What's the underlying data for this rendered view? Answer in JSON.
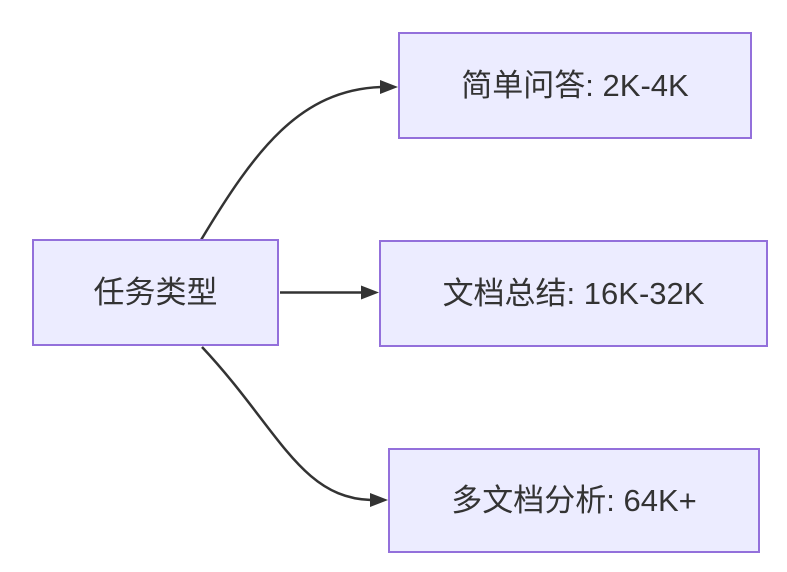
{
  "diagram": {
    "type": "flowchart-lr",
    "root": {
      "label": "任务类型"
    },
    "nodes": [
      {
        "id": "simple",
        "label": "简单问答: 2K-4K"
      },
      {
        "id": "summary",
        "label": "文档总结: 16K-32K"
      },
      {
        "id": "multi",
        "label": "多文档分析: 64K+"
      }
    ],
    "edges": [
      {
        "from": "任务类型",
        "to": "简单问答: 2K-4K"
      },
      {
        "from": "任务类型",
        "to": "文档总结: 16K-32K"
      },
      {
        "from": "任务类型",
        "to": "多文档分析: 64K+"
      }
    ],
    "colors": {
      "node_fill": "#ECECFF",
      "node_border": "#9370DB",
      "edge": "#333333",
      "text": "#333333",
      "background": "#FFFFFF"
    }
  }
}
